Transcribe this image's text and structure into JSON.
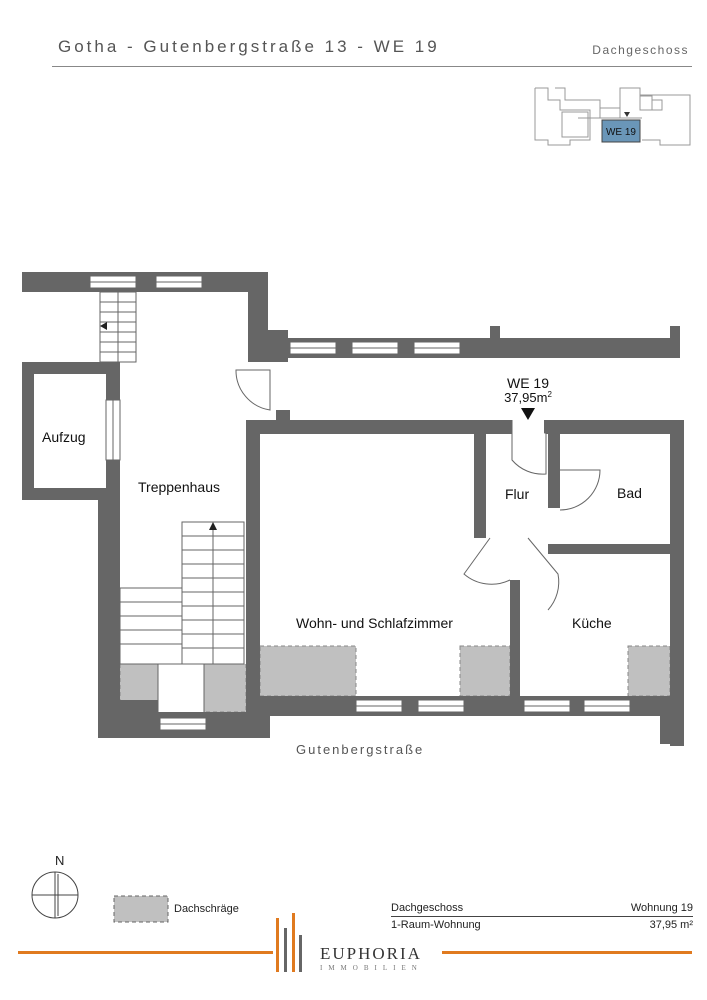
{
  "header": {
    "title": "Gotha - Gutenbergstraße 13 - WE 19",
    "floor": "Dachgeschoss"
  },
  "keyplan": {
    "unit_label": "WE 19",
    "highlight_color": "#6a96b8"
  },
  "unit": {
    "name": "WE 19",
    "area": "37,95m",
    "area_sup": "2"
  },
  "rooms": {
    "elevator": "Aufzug",
    "stairwell": "Treppenhaus",
    "hall": "Flur",
    "bath": "Bad",
    "living": "Wohn- und Schlafzimmer",
    "kitchen": "Küche"
  },
  "street": "Gutenbergstraße",
  "compass": {
    "label": "N"
  },
  "legend": {
    "slope_label": "Dachschräge",
    "slope_color": "#c0c0c0"
  },
  "info": {
    "floor": "Dachgeschoss",
    "apartment": "Wohnung 19",
    "type": "1-Raum-Wohnung",
    "area": "37,95 m²"
  },
  "brand": {
    "name": "EUPHORIA",
    "tagline": "IMMOBILIEN",
    "accent": "#e07a1f",
    "wall_color": "#666666"
  }
}
